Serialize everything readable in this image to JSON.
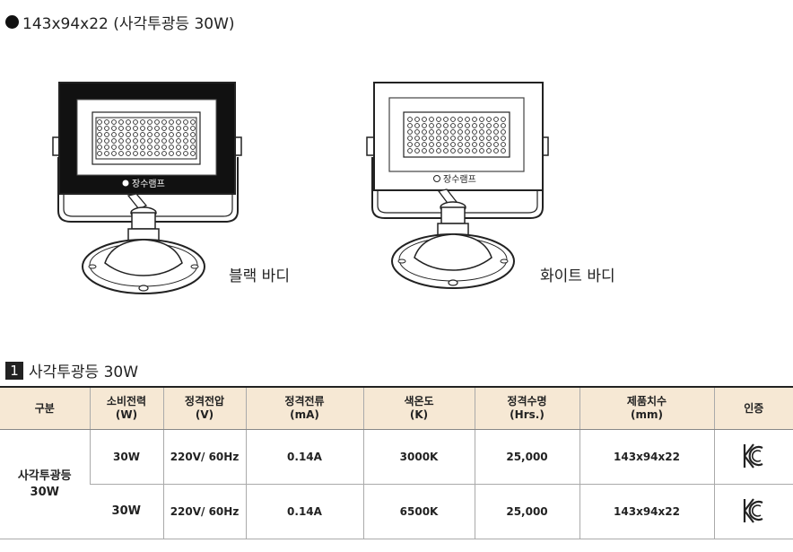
{
  "header": {
    "title": "143x94x22 (사각투광등 30W)"
  },
  "products": [
    {
      "caption": "블랙 바디",
      "brand": "장수램프",
      "body_color": "#111111"
    },
    {
      "caption": "화이트 바디",
      "brand": "장수램프",
      "body_color": "#ffffff"
    }
  ],
  "section": {
    "number": "1",
    "title": "사각투광등 30W"
  },
  "table": {
    "headers": [
      {
        "main": "구분",
        "sub": ""
      },
      {
        "main": "소비전력",
        "sub": "(W)"
      },
      {
        "main": "정격전압",
        "sub": "(V)"
      },
      {
        "main": "정격전류",
        "sub": "(mA)"
      },
      {
        "main": "색온도",
        "sub": "(K)"
      },
      {
        "main": "정격수명",
        "sub": "(Hrs.)"
      },
      {
        "main": "제품치수",
        "sub": "(mm)"
      },
      {
        "main": "인증",
        "sub": ""
      }
    ],
    "group": {
      "line1": "사각투광등",
      "line2": "30W"
    },
    "rows": [
      {
        "power": "30W",
        "voltage": "220V/ 60Hz",
        "current": "0.14A",
        "color_temp": "3000K",
        "life": "25,000",
        "size": "143x94x22",
        "cert": "KC"
      },
      {
        "power": "30W",
        "voltage": "220V/ 60Hz",
        "current": "0.14A",
        "color_temp": "6500K",
        "life": "25,000",
        "size": "143x94x22",
        "cert": "KC"
      }
    ]
  }
}
